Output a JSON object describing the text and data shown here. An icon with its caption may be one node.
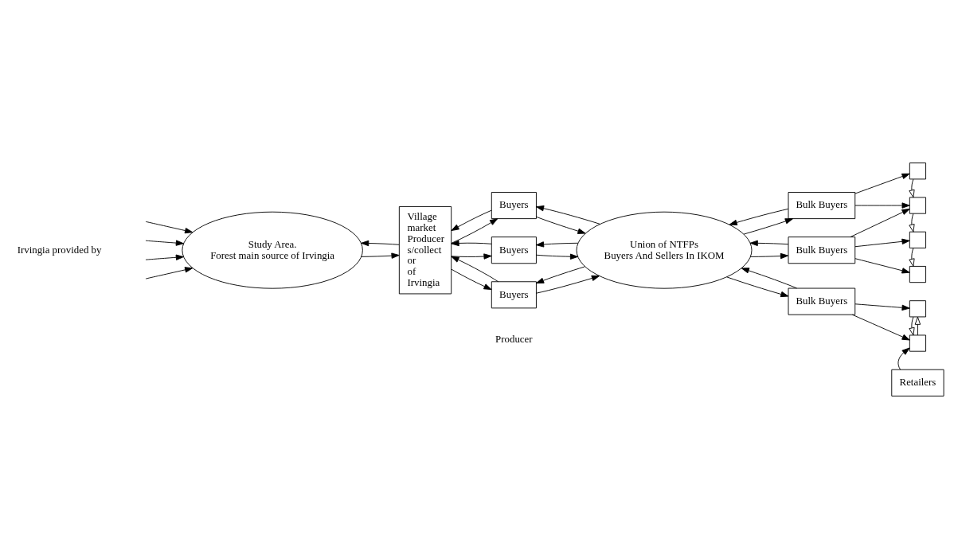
{
  "diagram": {
    "nodes": [
      {
        "text": [
          "Study Area.",
          "Forest main source of Irvingia"
        ]
      },
      {
        "text": [
          "Village market Producer s/collect or of Irvingia"
        ]
      },
      {
        "text": [
          "Buyers"
        ]
      },
      {
        "text": [
          "Buyers"
        ]
      },
      {
        "text": [
          "Buyers"
        ]
      },
      {
        "text": [
          "Union of NTFPs",
          "Buyers And Sellers In IKOM"
        ]
      },
      {
        "text": [
          "Bulk Buyers"
        ]
      },
      {
        "text": [
          "Bulk Buyers"
        ]
      },
      {
        "text": [
          "Bulk Buyers"
        ]
      },
      {
        "text": [],
        "shape": "box"
      },
      {
        "text": [],
        "shape": "box"
      },
      {
        "text": [],
        "shape": "box"
      },
      {
        "text": [],
        "shape": "box"
      },
      {
        "text": [],
        "shape": "box"
      },
      {
        "text": [],
        "shape": "box"
      },
      {
        "text": [
          "Retailers"
        ]
      }
    ],
    "edges": [
      {
        "from": 1,
        "to": 0,
        "arrow": "to"
      },
      {
        "from": 0,
        "to": 1,
        "arrow": "to"
      },
      {
        "from": 2,
        "to": 1,
        "arrow": "to"
      },
      {
        "from": 1,
        "to": 2,
        "arrow": "to"
      },
      {
        "from": 3,
        "to": 1,
        "arrow": "to"
      },
      {
        "from": 1,
        "to": 3,
        "arrow": "to"
      },
      {
        "from": 4,
        "to": 1,
        "arrow": "to"
      },
      {
        "from": 1,
        "to": 4,
        "arrow": "to"
      },
      {
        "from": 5,
        "to": 2,
        "arrow": "to"
      },
      {
        "from": 2,
        "to": 5,
        "arrow": "to"
      },
      {
        "from": 5,
        "to": 3,
        "arrow": "to"
      },
      {
        "from": 3,
        "to": 5,
        "arrow": "to"
      },
      {
        "from": 5,
        "to": 4,
        "arrow": "to"
      },
      {
        "from": 4,
        "to": 5,
        "arrow": "to"
      },
      {
        "from": 6,
        "to": 5,
        "arrow": "to"
      },
      {
        "from": 5,
        "to": 6,
        "arrow": "to"
      },
      {
        "from": 7,
        "to": 5,
        "arrow": "to"
      },
      {
        "from": 5,
        "to": 7,
        "arrow": "to"
      },
      {
        "from": 5,
        "to": 8,
        "arrow": "to"
      },
      {
        "from": 8,
        "to": 5,
        "arrow": "to"
      },
      {
        "from": 6,
        "to": 9,
        "arrow": "to"
      },
      {
        "from": 6,
        "to": 10,
        "arrow": "to"
      },
      {
        "from": 7,
        "to": 10,
        "arrow": "to"
      },
      {
        "from": 7,
        "to": 11,
        "arrow": "to"
      },
      {
        "from": 7,
        "to": 12,
        "arrow": "to"
      },
      {
        "from": 8,
        "to": 13,
        "arrow": "to"
      },
      {
        "from": 8,
        "to": 14,
        "arrow": "to"
      },
      {
        "from": 14,
        "to": 13,
        "arrow": "to"
      },
      {
        "from": 15,
        "to": 14,
        "arrow": "to"
      },
      {
        "from": 9,
        "to": 10,
        "arrow": "to"
      },
      {
        "from": 10,
        "to": 11,
        "arrow": "to"
      },
      {
        "from": 11,
        "to": 12,
        "arrow": "to"
      },
      {
        "from": 13,
        "to": 14,
        "arrow": "to"
      },
      {
        "from": null,
        "to": 0,
        "arrow": "to"
      },
      {
        "from": null,
        "to": 0,
        "arrow": "to"
      },
      {
        "from": null,
        "to": 0,
        "arrow": "to"
      },
      {
        "from": null,
        "to": 0,
        "arrow": "to"
      }
    ],
    "labels": [
      "Producer",
      "Irvingia provided by"
    ]
  }
}
